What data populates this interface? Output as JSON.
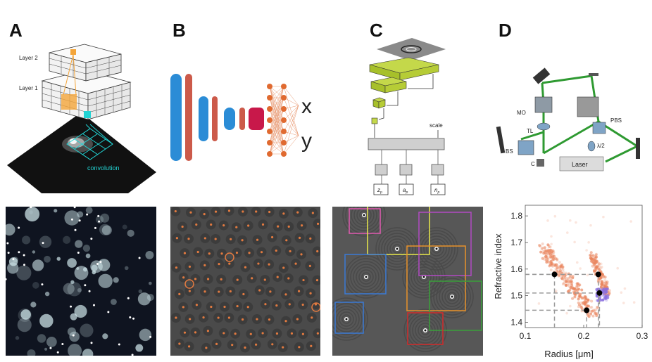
{
  "panels": {
    "a": {
      "letter": "A",
      "layer2_label": "Layer 2",
      "layer1_label": "Layer 1",
      "convolution_label": "convolution"
    },
    "b": {
      "letter": "B",
      "output_x": "x",
      "output_y": "y"
    },
    "c": {
      "letter": "C",
      "scale_label": "scale",
      "outputs": [
        "z",
        "a",
        "n"
      ],
      "output_subscript": "p"
    },
    "d": {
      "letter": "D",
      "labels": {
        "mo": "MO",
        "tl": "TL",
        "pbs": "PBS",
        "bs": "BS",
        "c": "C",
        "halfwave": "λ/2",
        "laser": "Laser"
      }
    }
  },
  "chart_data": {
    "type": "scatter",
    "xlabel": "Radius [μm]",
    "ylabel": "Refractive index",
    "xlim": [
      0.1,
      0.3
    ],
    "ylim": [
      1.38,
      1.84
    ],
    "xticks": [
      "0.1",
      "0.2",
      "0.3"
    ],
    "yticks": [
      "1.4",
      "1.5",
      "1.6",
      "1.7",
      "1.8"
    ],
    "highlight_points": [
      {
        "x": 0.15,
        "y": 1.58
      },
      {
        "x": 0.225,
        "y": 1.58
      },
      {
        "x": 0.227,
        "y": 1.51
      },
      {
        "x": 0.205,
        "y": 1.445
      }
    ],
    "colors": {
      "orange": "#e9825a",
      "purple": "#8a6fe0",
      "point": "#000000",
      "guide": "#9a9a9a"
    }
  }
}
